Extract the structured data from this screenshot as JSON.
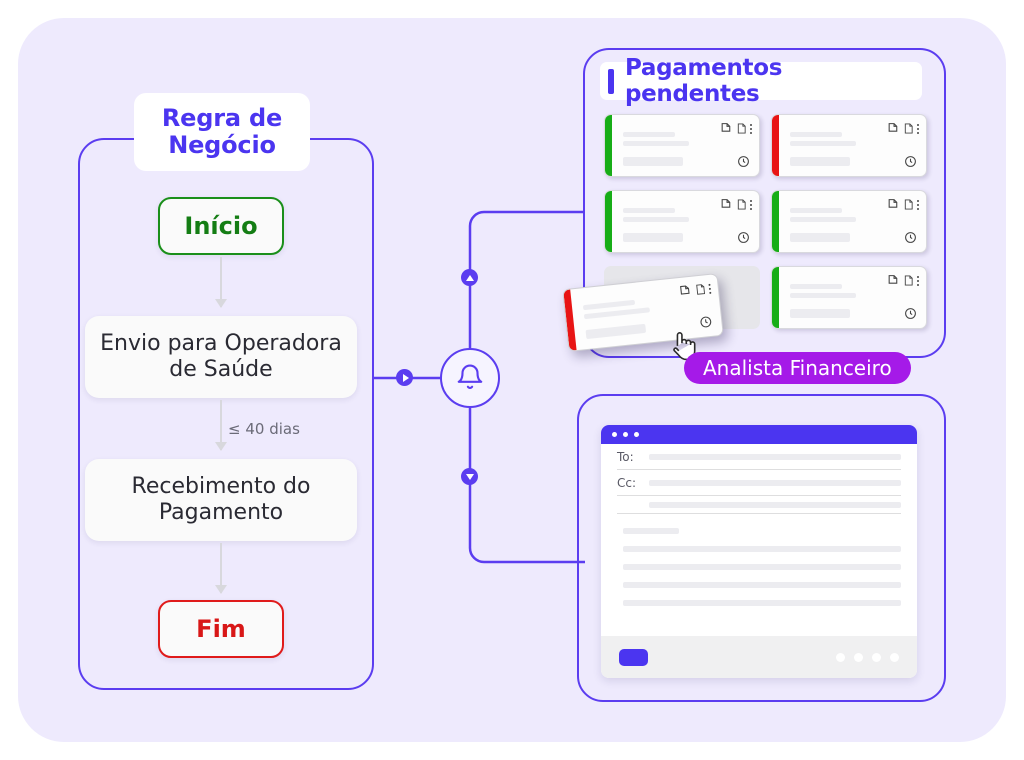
{
  "flow": {
    "title": "Regra de Negócio",
    "nodes": [
      {
        "id": "start",
        "label": "Início"
      },
      {
        "id": "send",
        "label": "Envio para Operadora de Saúde"
      },
      {
        "id": "recv",
        "label": "Recebimento do Pagamento"
      },
      {
        "id": "end",
        "label": "Fim"
      }
    ],
    "edge_label": "≤ 40 dias",
    "notification_icon": "bell-icon",
    "markers": [
      "arrow-right-marker",
      "arrow-up-marker",
      "arrow-down-marker"
    ]
  },
  "payments": {
    "title": "Pagamentos pendentes",
    "cards": [
      {
        "status_color": "#17ad17"
      },
      {
        "status_color": "#e81414"
      },
      {
        "status_color": "#17ad17"
      },
      {
        "status_color": "#17ad17"
      },
      {
        "status_color": "#17ad17"
      }
    ],
    "dragged_card": {
      "status_color": "#e81414"
    },
    "badge": "Analista Financeiro"
  },
  "mail": {
    "to_label": "To:",
    "cc_label": "Cc:"
  },
  "colors": {
    "accent": "#4b35f0",
    "panel_border": "#5b3df0",
    "background": "#eeeafd",
    "badge": "#a51ae8",
    "start": "#147d14",
    "end": "#d81717"
  }
}
